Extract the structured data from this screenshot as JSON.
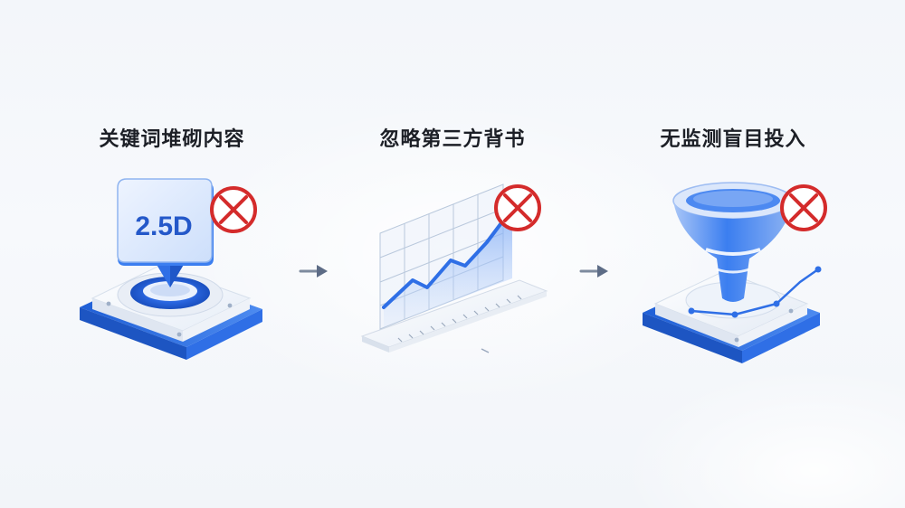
{
  "steps": [
    {
      "title": "关键词堆砌内容",
      "badge_text": "2.5D",
      "status_icon": "prohibited-icon"
    },
    {
      "title": "忽略第三方背书",
      "status_icon": "prohibited-icon"
    },
    {
      "title": "无监测盲目投入",
      "status_icon": "prohibited-icon"
    }
  ],
  "colors": {
    "accent_blue": "#2f6fe6",
    "light_blue": "#cfe0fb",
    "prohibit_red": "#d42b2b",
    "arrow_gray": "#7d8a9e",
    "title_text": "#1c1f26"
  }
}
